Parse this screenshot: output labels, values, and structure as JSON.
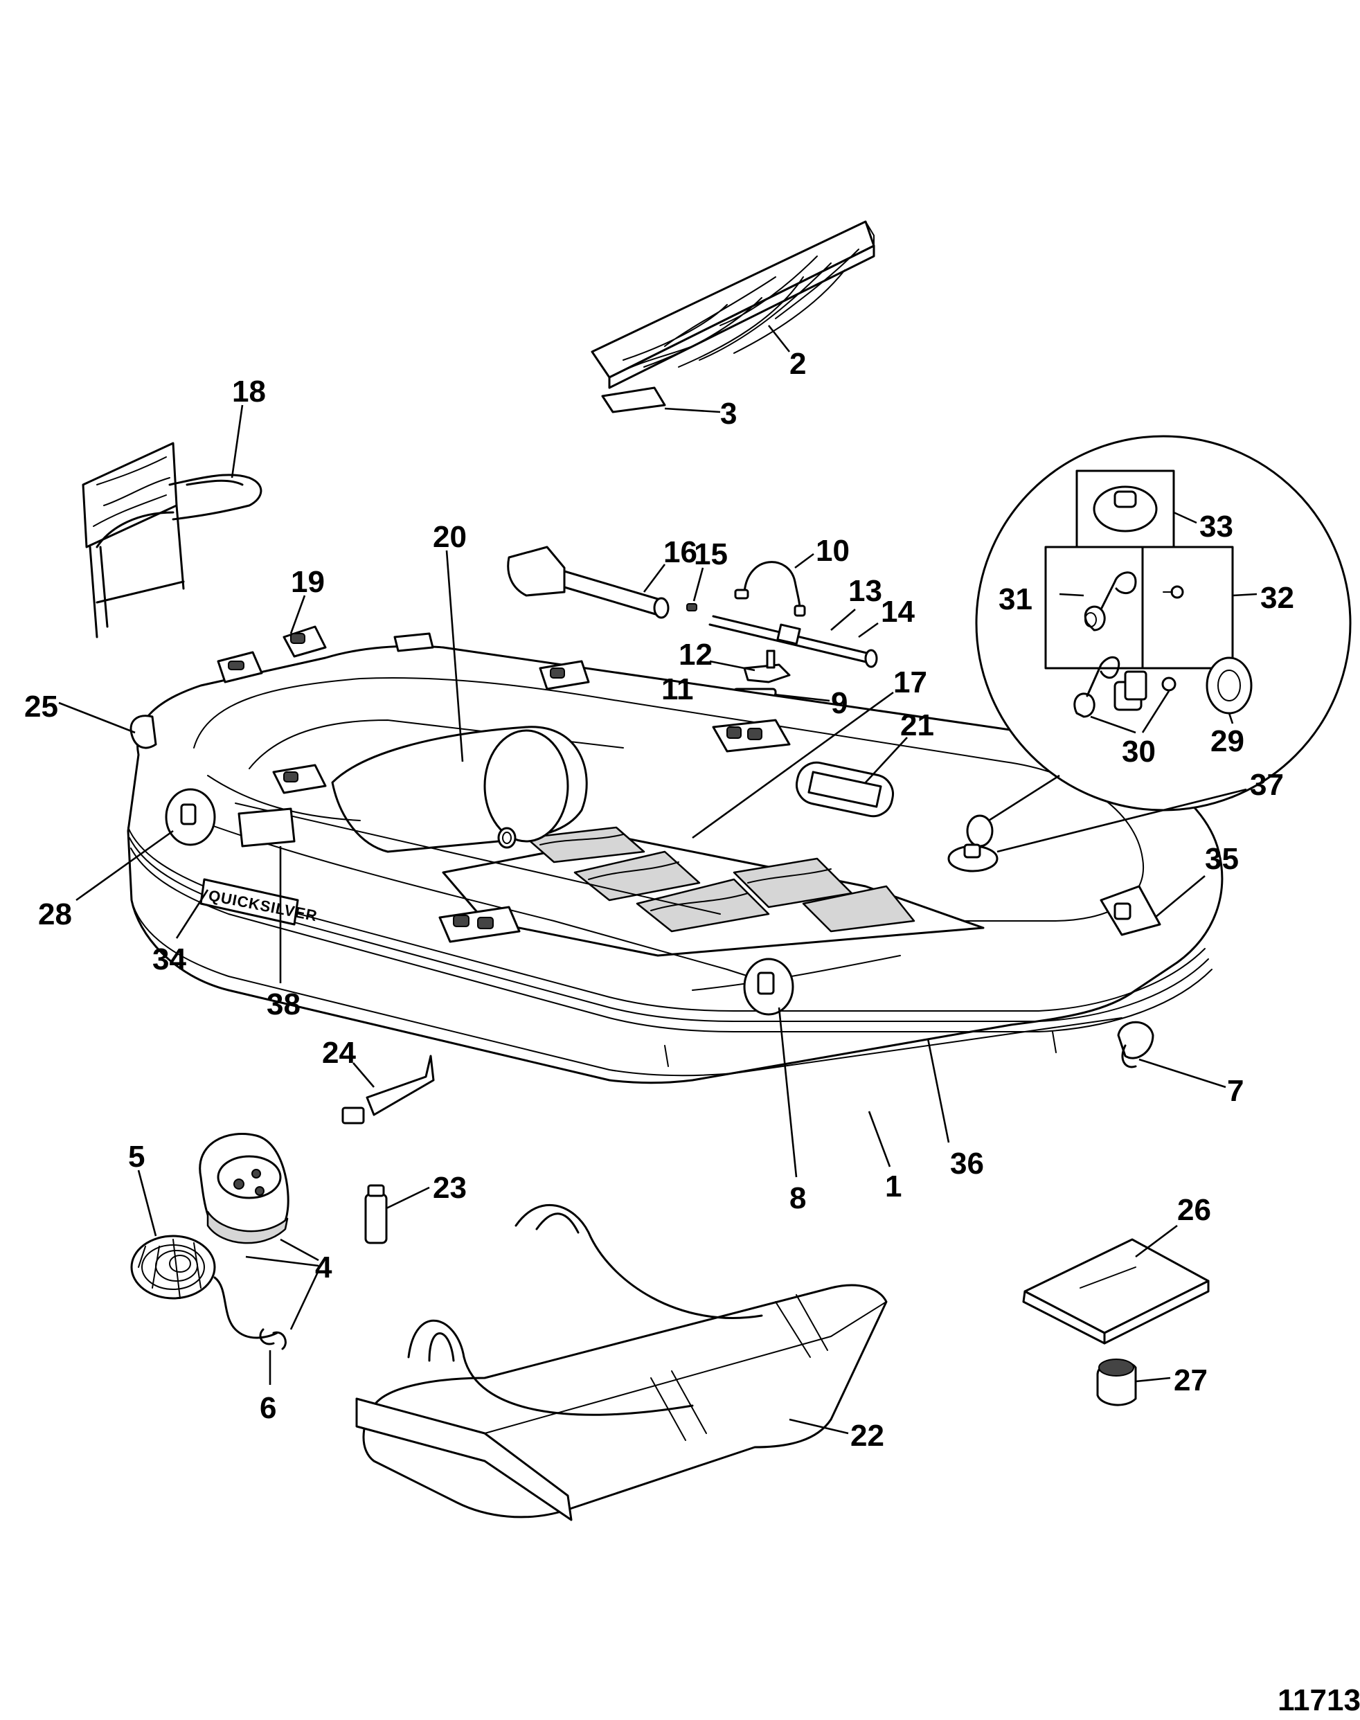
{
  "figure_number": "11713",
  "brand_label": "QUICKSILVER",
  "callouts": [
    {
      "id": "c1",
      "label": "1"
    },
    {
      "id": "c2",
      "label": "2"
    },
    {
      "id": "c3",
      "label": "3"
    },
    {
      "id": "c4",
      "label": "4"
    },
    {
      "id": "c5",
      "label": "5"
    },
    {
      "id": "c6",
      "label": "6"
    },
    {
      "id": "c7",
      "label": "7"
    },
    {
      "id": "c8",
      "label": "8"
    },
    {
      "id": "c9",
      "label": "9"
    },
    {
      "id": "c10",
      "label": "10"
    },
    {
      "id": "c11",
      "label": "11"
    },
    {
      "id": "c12",
      "label": "12"
    },
    {
      "id": "c13",
      "label": "13"
    },
    {
      "id": "c14",
      "label": "14"
    },
    {
      "id": "c15",
      "label": "15"
    },
    {
      "id": "c16",
      "label": "16"
    },
    {
      "id": "c17",
      "label": "17"
    },
    {
      "id": "c18",
      "label": "18"
    },
    {
      "id": "c19",
      "label": "19"
    },
    {
      "id": "c20",
      "label": "20"
    },
    {
      "id": "c21",
      "label": "21"
    },
    {
      "id": "c22",
      "label": "22"
    },
    {
      "id": "c23",
      "label": "23"
    },
    {
      "id": "c24",
      "label": "24"
    },
    {
      "id": "c25",
      "label": "25"
    },
    {
      "id": "c26",
      "label": "26"
    },
    {
      "id": "c27",
      "label": "27"
    },
    {
      "id": "c28",
      "label": "28"
    },
    {
      "id": "c29",
      "label": "29"
    },
    {
      "id": "c30",
      "label": "30"
    },
    {
      "id": "c31",
      "label": "31"
    },
    {
      "id": "c32",
      "label": "32"
    },
    {
      "id": "c33",
      "label": "33"
    },
    {
      "id": "c34",
      "label": "34"
    },
    {
      "id": "c35",
      "label": "35"
    },
    {
      "id": "c36",
      "label": "36"
    },
    {
      "id": "c37",
      "label": "37"
    },
    {
      "id": "c38",
      "label": "38"
    }
  ]
}
